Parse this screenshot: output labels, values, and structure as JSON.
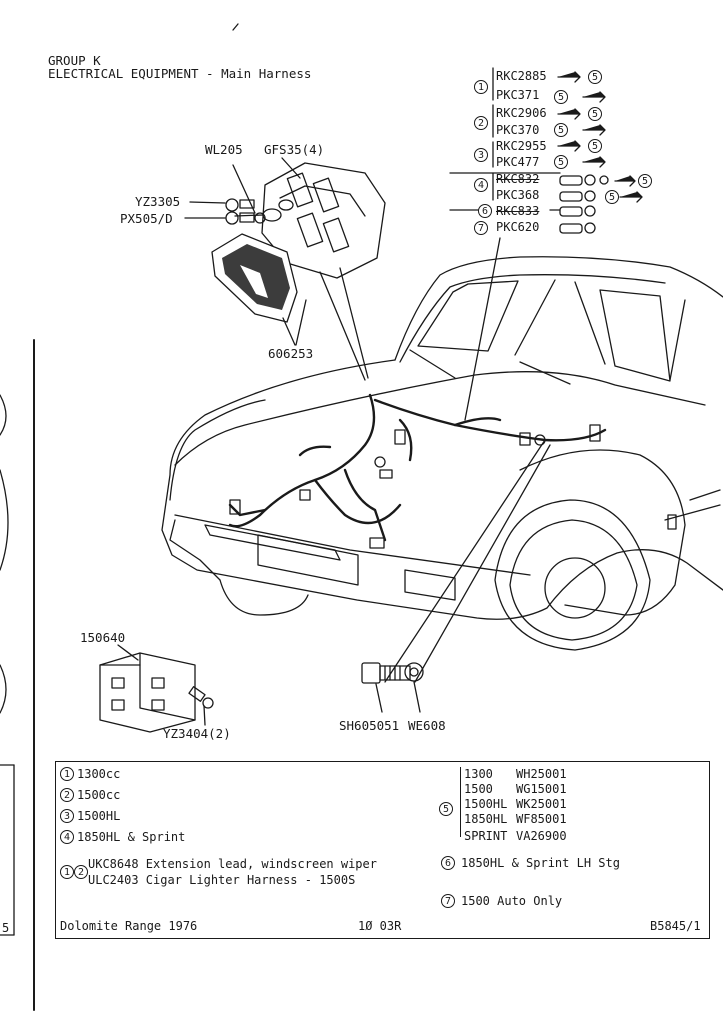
{
  "header": {
    "group": "GROUP K",
    "title": "ELECTRICAL EQUIPMENT - Main Harness"
  },
  "kits": [
    {
      "num": "1",
      "a": "RKC2885",
      "b": "PKC371",
      "ref": "5"
    },
    {
      "num": "2",
      "a": "RKC2906",
      "b": "PKC370",
      "ref": "5"
    },
    {
      "num": "3",
      "a": "RKC2955",
      "b": "PKC477",
      "ref": "5"
    },
    {
      "num": "4",
      "a": "RKC832",
      "b": "PKC368",
      "ref": "5"
    },
    {
      "num": "6",
      "a": "RKC833"
    },
    {
      "num": "7",
      "a": "PKC620"
    }
  ],
  "callouts": {
    "wl205": "WL205",
    "gfs35": "GFS35(4)",
    "yz3305": "YZ3305",
    "px505": "PX505/D",
    "p606253": "606253",
    "p150640": "150640",
    "yz3404": "YZ3404(2)",
    "sh605051": "SH605051",
    "we608": "WE608"
  },
  "legend": {
    "left": [
      {
        "num": "1",
        "text": "1300cc"
      },
      {
        "num": "2",
        "text": "1500cc"
      },
      {
        "num": "3",
        "text": "1500HL"
      },
      {
        "num": "4",
        "text": "1850HL & Sprint"
      }
    ],
    "vin_ref": "5",
    "vin": [
      {
        "model": "1300",
        "code": "WH25001"
      },
      {
        "model": "1500",
        "code": "WG15001"
      },
      {
        "model": "1500HL",
        "code": "WK25001"
      },
      {
        "model": "1850HL",
        "code": "WF85001"
      },
      {
        "model": "SPRINT",
        "code": "VA26900"
      }
    ],
    "note6": {
      "num": "6",
      "text": "1850HL & Sprint LH Stg"
    },
    "note7": {
      "num": "7",
      "text": "1500 Auto Only"
    },
    "extras_nums": [
      "1",
      "2"
    ],
    "extra1": "UKC8648  Extension lead, windscreen wiper",
    "extra2": "ULC2403 Cigar Lighter Harness - 1500S"
  },
  "footer": {
    "range": "Dolomite Range 1976",
    "page": "1Ø 03R",
    "ref": "B5845/1"
  },
  "margin_mark": "5"
}
